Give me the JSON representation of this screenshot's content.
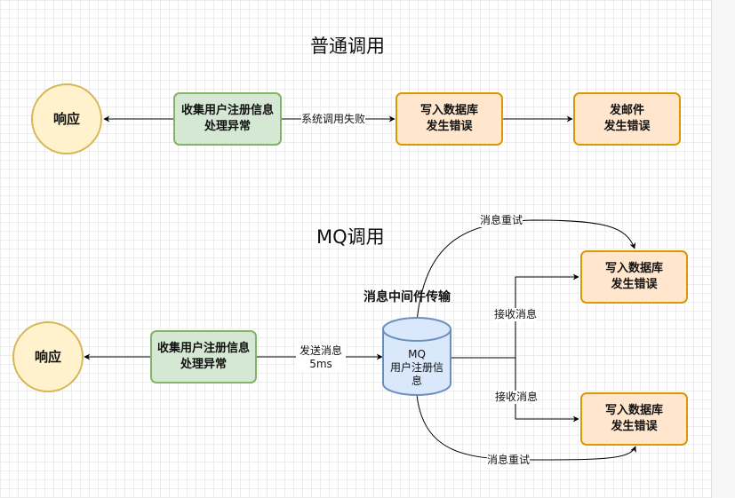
{
  "sections": {
    "normal_title": "普通调用",
    "mq_title": "MQ调用"
  },
  "normal_flow": {
    "response": "响应",
    "collect": [
      "收集用户注册信息",
      "处理异常"
    ],
    "db_error": [
      "写入数据库",
      "发生错误"
    ],
    "mail_error": [
      "发邮件",
      "发生错误"
    ],
    "fail_label": "系统调用失败"
  },
  "mq_flow": {
    "response": "响应",
    "collect": [
      "收集用户注册信息",
      "处理异常"
    ],
    "send_label": [
      "发送消息",
      "5ms"
    ],
    "middleware_label": "消息中间件传输",
    "queue": [
      "MQ",
      "用户注册信",
      "息"
    ],
    "consumer_top": [
      "写入数据库",
      "发生错误"
    ],
    "consumer_bottom": [
      "写入数据库",
      "发生错误"
    ],
    "receive_top": "接收消息",
    "receive_bottom": "接收消息",
    "retry_top": "消息重试",
    "retry_bottom": "消息重试"
  },
  "colors": {
    "circle_fill": "#fff2cc",
    "circle_stroke": "#d6b656",
    "green_fill": "#d5e8d4",
    "green_stroke": "#82b366",
    "orange_fill": "#ffe6cc",
    "orange_stroke": "#d79b00",
    "db_fill": "#dae8fc",
    "db_stroke": "#6c8ebf"
  }
}
